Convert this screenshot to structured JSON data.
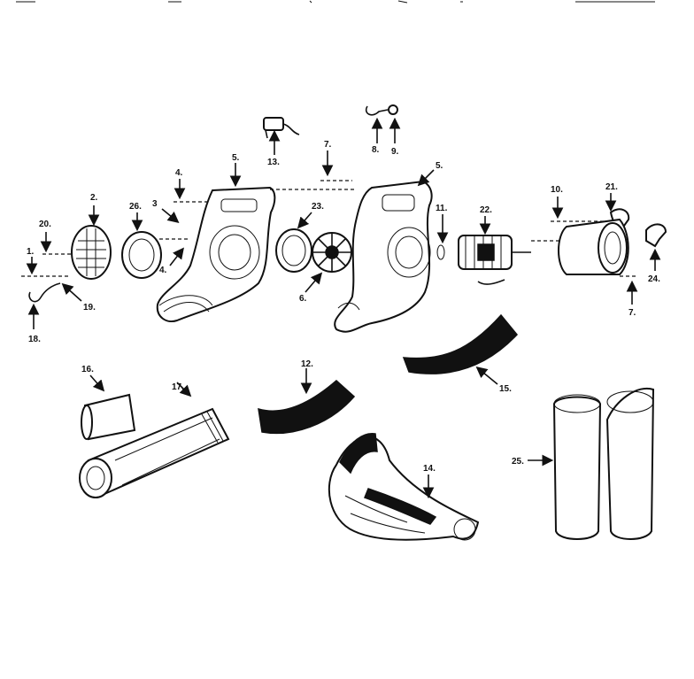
{
  "labels": {
    "p1": "1.",
    "p2": "2.",
    "p3": "3",
    "p4a": "4.",
    "p4b": "4.",
    "p5a": "5.",
    "p5b": "5.",
    "p6": "6.",
    "p7a": "7.",
    "p7b": "7.",
    "p8": "8.",
    "p9": "9.",
    "p10": "10.",
    "p11": "11.",
    "p12": "12.",
    "p13": "13.",
    "p14": "14.",
    "p15": "15.",
    "p16": "16.",
    "p17": "17.",
    "p18": "18.",
    "p19": "19.",
    "p20": "20.",
    "p21": "21.",
    "p22": "22.",
    "p23": "23.",
    "p24": "24.",
    "p25": "25.",
    "p26": "26."
  }
}
